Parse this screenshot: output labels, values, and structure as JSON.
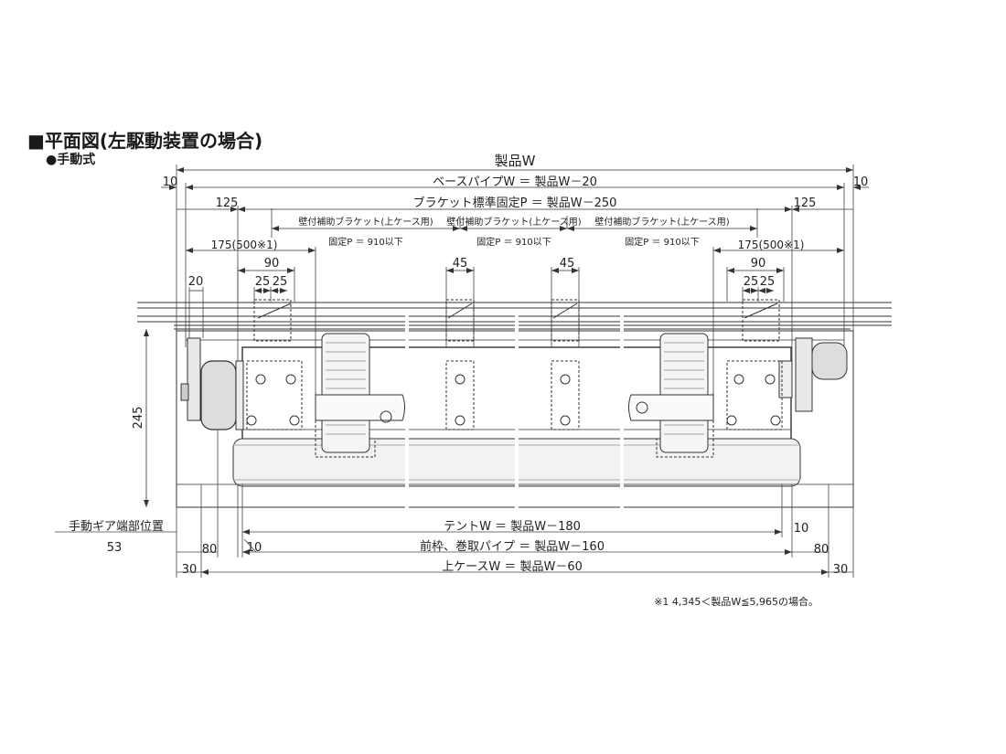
{
  "heading": {
    "title": "■平面図(左駆動装置の場合)",
    "subtitle": "●手動式"
  },
  "dimensions": {
    "product_w": "製品W",
    "base_pipe": "ベースパイプW ＝ 製品W－20",
    "bracket_std": "ブラケット標準固定P ＝ 製品W－250",
    "wall_bracket": "壁付補助ブラケット(上ケース用)",
    "fixed_p": "固定P ＝ 910以下",
    "tent_w": "テントW ＝ 製品W－180",
    "front_frame": "前枠、巻取パイプ ＝ 製品W－160",
    "upper_case": "上ケースW ＝ 製品W－60",
    "manual_gear": "手動ギア端部位置",
    "v10": "10",
    "v125": "125",
    "v175": "175(500※1)",
    "v90": "90",
    "v20": "20",
    "v25": "25",
    "v45": "45",
    "v245": "245",
    "v53": "53",
    "v80": "80",
    "v30": "30"
  },
  "note": "※1 4,345＜製品W≦5,965の場合。"
}
